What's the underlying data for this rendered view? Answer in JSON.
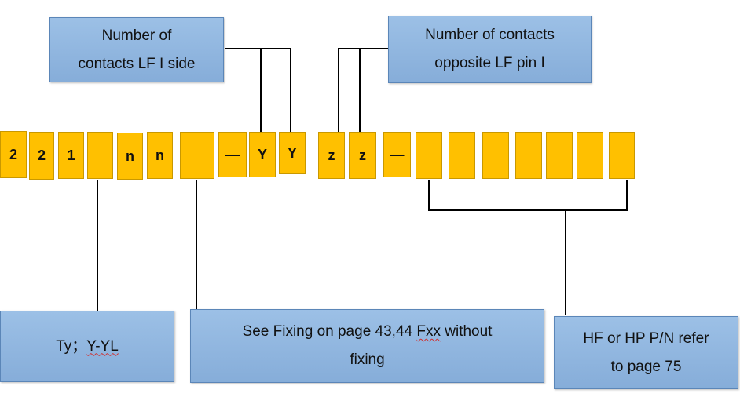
{
  "callouts": {
    "top_left": [
      "Number of",
      "contacts LF I side"
    ],
    "top_right": [
      "Number of contacts",
      "opposite LF pin I"
    ],
    "bottom_left": {
      "pre": "Ty；",
      "underlined": "Y-YL"
    },
    "bottom_middle": {
      "line1_pre": "See Fixing on page 43,44 ",
      "line1_underlined": "Fxx",
      "line1_post": " without",
      "line2": "fixing"
    },
    "bottom_right": [
      "HF or HP P/N refer",
      "to page 75"
    ]
  },
  "code_cells": [
    "2",
    "2",
    "1",
    "",
    "n",
    "n",
    "",
    "—",
    "Y",
    "Y",
    "z",
    "z",
    "—",
    "",
    "",
    "",
    "",
    "",
    "",
    ""
  ],
  "colors": {
    "cell_fill": "#ffc000",
    "callout_fill": "#8fb4df",
    "line": "#000000"
  }
}
